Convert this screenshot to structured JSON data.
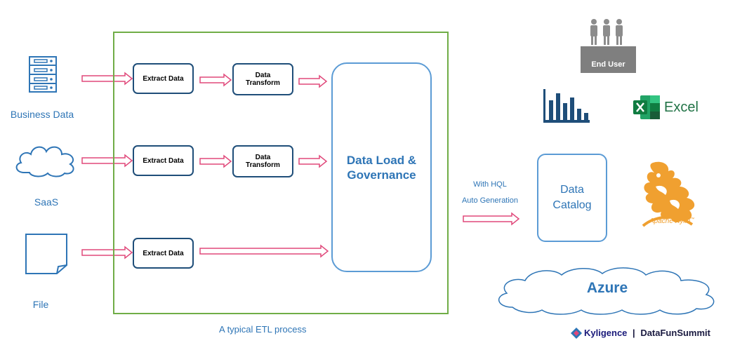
{
  "sources": [
    {
      "label": "Business Data",
      "icon": "server-icon"
    },
    {
      "label": "SaaS",
      "icon": "cloud-icon"
    },
    {
      "label": "File",
      "icon": "file-icon"
    }
  ],
  "pipeline": {
    "rows": [
      {
        "extract": "Extract Data",
        "transform_line1": "Data",
        "transform_line2": "Transform"
      },
      {
        "extract": "Extract Data",
        "transform_line1": "Data",
        "transform_line2": "Transform"
      },
      {
        "extract": "Extract Data"
      }
    ],
    "load_line1": "Data Load &",
    "load_line2": "Governance",
    "caption": "A typical ETL process"
  },
  "hql": {
    "line1": "With HQL",
    "line2": "Auto Generation"
  },
  "catalog": {
    "line1": "Data",
    "line2": "Catalog"
  },
  "end_user": "End User",
  "excel": "Excel",
  "kylin_label": "Apache Kylin",
  "kylin_tm": "™",
  "azure": "Azure",
  "brand": {
    "kyligence": "Kyligence",
    "separator": "|",
    "datafun": "DataFunSummit"
  },
  "colors": {
    "arrow": "#e0487a",
    "etl_frame": "#70ad47",
    "step_border": "#1f4e79",
    "accent_blue": "#2e75b6",
    "kylin_orange": "#f0a030",
    "excel_green": "#217346"
  }
}
